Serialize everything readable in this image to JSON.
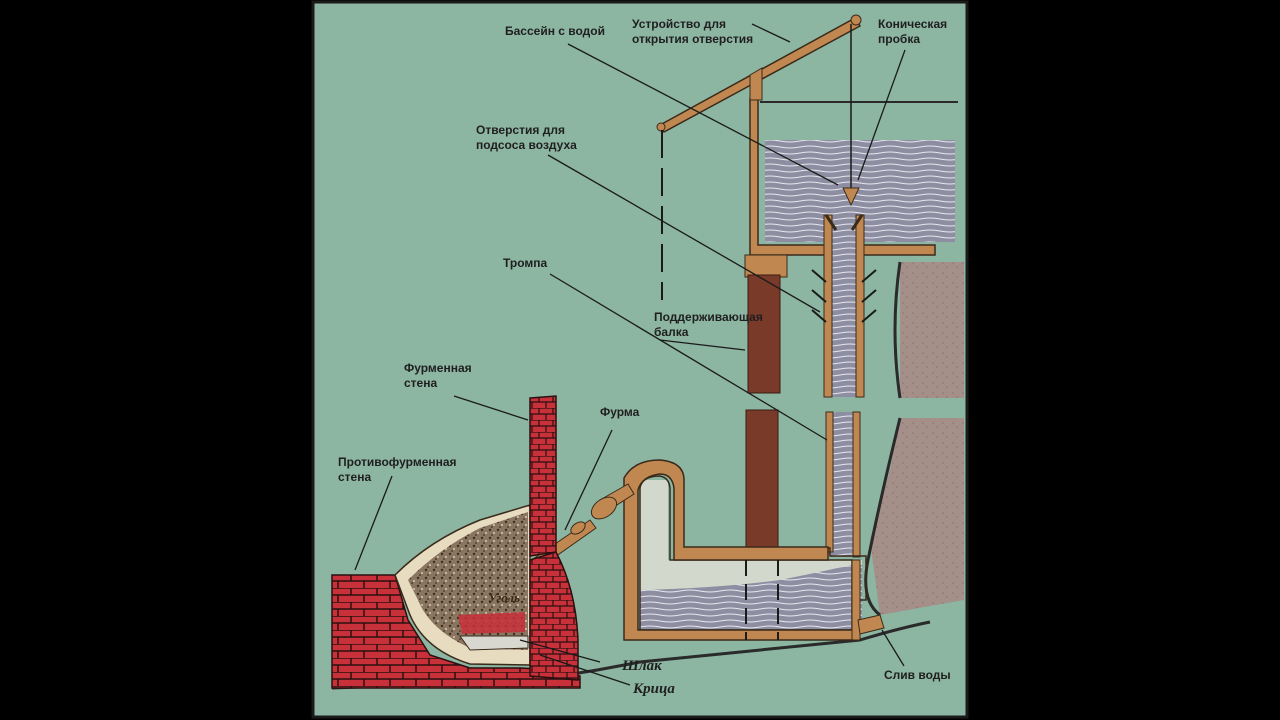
{
  "labels": {
    "pool": "Бассейн с водой",
    "opening_device": "Устройство для\nоткрытия отверстия",
    "conical_plug": "Коническая\nпробка",
    "air_holes": "Отверстия для\nподсоса воздуха",
    "trompe": "Тромпа",
    "support_beam": "Поддерживающая\nбалка",
    "tuyere_wall": "Фурменная\nстена",
    "tuyere": "Фурма",
    "opposite_wall": "Противофурменная\nстена",
    "coal": "Уголь",
    "slag": "Шлак",
    "bloom": "Крица",
    "water_drain": "Слив воды"
  },
  "colors": {
    "background": "#000000",
    "panel": "#8cb5a2",
    "wood": "#c08850",
    "beam": "#7a3a2a",
    "brick": "#c8303a",
    "water": "#8a8a9e",
    "ground": "#a49088",
    "chamber": "#d2d8cc"
  }
}
